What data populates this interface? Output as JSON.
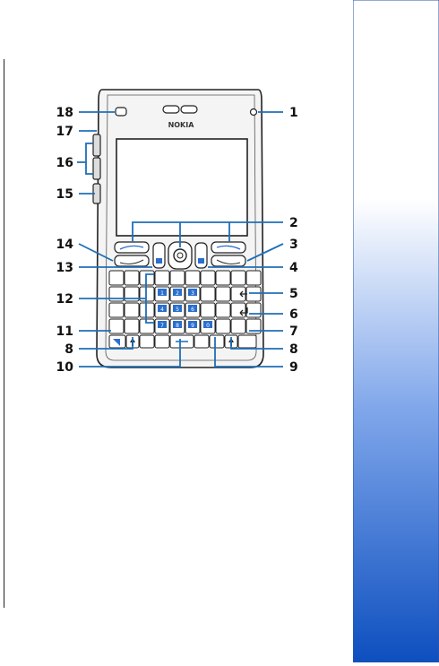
{
  "diagram": {
    "brand": "NOKIA",
    "keys": {
      "num_top": [
        "1",
        "2",
        "3"
      ],
      "num_mid": [
        "4",
        "5",
        "6"
      ],
      "num_bot": [
        "7",
        "8",
        "9",
        "0"
      ]
    },
    "callouts": {
      "c1": "1",
      "c2": "2",
      "c3": "3",
      "c4": "4",
      "c5": "5",
      "c6": "6",
      "c7": "7",
      "c8a": "8",
      "c8b": "8",
      "c9": "9",
      "c10": "10",
      "c11": "11",
      "c12": "12",
      "c13": "13",
      "c14": "14",
      "c15": "15",
      "c16": "16",
      "c17": "17",
      "c18": "18"
    }
  },
  "colors": {
    "accent_blue": "#1a5fb4",
    "callout_line": "#1f6fb8",
    "tab_top": "#ffffff",
    "tab_bottom": "#0d4fbf",
    "key_blue": "#2a6fcf"
  }
}
